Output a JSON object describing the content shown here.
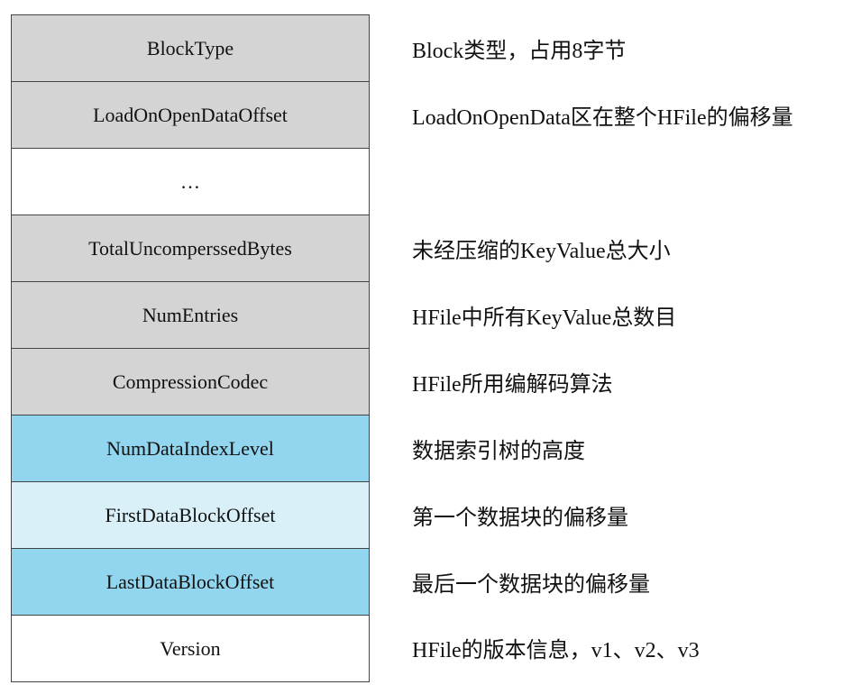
{
  "colors": {
    "gray": "#d4d4d4",
    "white": "#ffffff",
    "blue": "#92d5ee",
    "light_blue": "#d9f0f8",
    "border": "#444444"
  },
  "rows": [
    {
      "field": "BlockType",
      "desc": "Block类型，占用8字节",
      "fill": "gray"
    },
    {
      "field": "LoadOnOpenDataOffset",
      "desc": "LoadOnOpenData区在整个HFile的偏移量",
      "fill": "gray"
    },
    {
      "field": "…",
      "desc": "",
      "fill": "white"
    },
    {
      "field": "TotalUncomperssedBytes",
      "desc": "未经压缩的KeyValue总大小",
      "fill": "gray"
    },
    {
      "field": "NumEntries",
      "desc": "HFile中所有KeyValue总数目",
      "fill": "gray"
    },
    {
      "field": "CompressionCodec",
      "desc": "HFile所用编解码算法",
      "fill": "gray"
    },
    {
      "field": "NumDataIndexLevel",
      "desc": "数据索引树的高度",
      "fill": "blue"
    },
    {
      "field": "FirstDataBlockOffset",
      "desc": "第一个数据块的偏移量",
      "fill": "light_blue"
    },
    {
      "field": "LastDataBlockOffset",
      "desc": "最后一个数据块的偏移量",
      "fill": "blue"
    },
    {
      "field": "Version",
      "desc": "HFile的版本信息，v1、v2、v3",
      "fill": "white"
    }
  ]
}
